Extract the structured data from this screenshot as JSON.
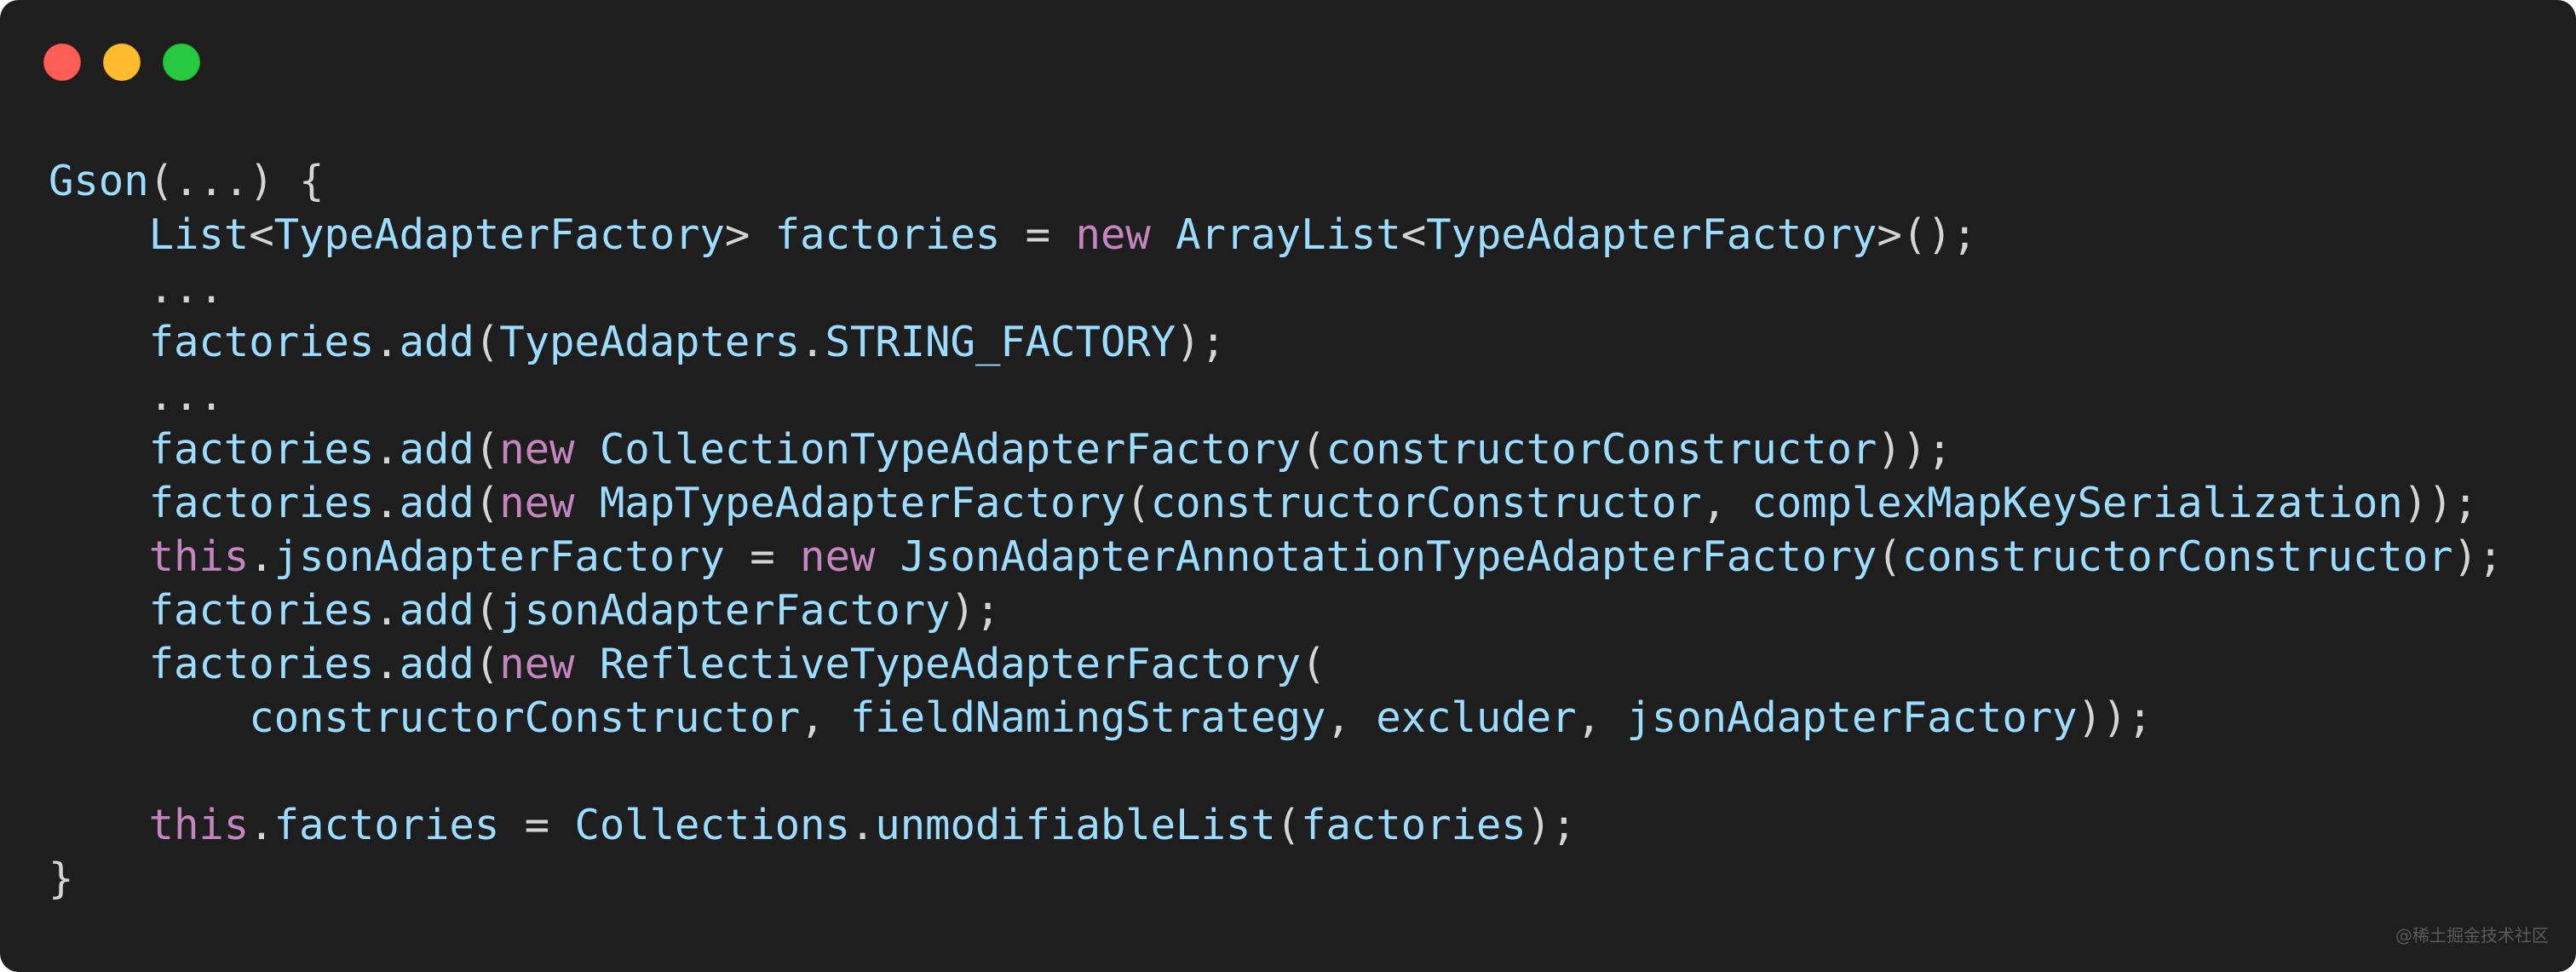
{
  "window": {
    "background": "#1e1e1e",
    "traffic_lights": [
      {
        "name": "close",
        "color": "#ff5f57"
      },
      {
        "name": "minimize",
        "color": "#febc2e"
      },
      {
        "name": "maximize",
        "color": "#28c840"
      }
    ]
  },
  "theme": {
    "identifier": "#9cdcfe",
    "keyword": "#c586c0",
    "punctuation": "#d4d4d4"
  },
  "code": {
    "language": "java",
    "lines": [
      [
        {
          "t": "id",
          "v": "Gson"
        },
        {
          "t": "p",
          "v": "(...) {"
        }
      ],
      [
        {
          "t": "p",
          "v": "    "
        },
        {
          "t": "id",
          "v": "List"
        },
        {
          "t": "p",
          "v": "<"
        },
        {
          "t": "id",
          "v": "TypeAdapterFactory"
        },
        {
          "t": "p",
          "v": "> "
        },
        {
          "t": "id",
          "v": "factories"
        },
        {
          "t": "p",
          "v": " = "
        },
        {
          "t": "kw",
          "v": "new"
        },
        {
          "t": "p",
          "v": " "
        },
        {
          "t": "id",
          "v": "ArrayList"
        },
        {
          "t": "p",
          "v": "<"
        },
        {
          "t": "id",
          "v": "TypeAdapterFactory"
        },
        {
          "t": "p",
          "v": ">();"
        }
      ],
      [
        {
          "t": "p",
          "v": "    ..."
        }
      ],
      [
        {
          "t": "p",
          "v": "    "
        },
        {
          "t": "id",
          "v": "factories"
        },
        {
          "t": "p",
          "v": "."
        },
        {
          "t": "id",
          "v": "add"
        },
        {
          "t": "p",
          "v": "("
        },
        {
          "t": "id",
          "v": "TypeAdapters"
        },
        {
          "t": "p",
          "v": "."
        },
        {
          "t": "id",
          "v": "STRING_FACTORY"
        },
        {
          "t": "p",
          "v": ");"
        }
      ],
      [
        {
          "t": "p",
          "v": "    ..."
        }
      ],
      [
        {
          "t": "p",
          "v": "    "
        },
        {
          "t": "id",
          "v": "factories"
        },
        {
          "t": "p",
          "v": "."
        },
        {
          "t": "id",
          "v": "add"
        },
        {
          "t": "p",
          "v": "("
        },
        {
          "t": "kw",
          "v": "new"
        },
        {
          "t": "p",
          "v": " "
        },
        {
          "t": "id",
          "v": "CollectionTypeAdapterFactory"
        },
        {
          "t": "p",
          "v": "("
        },
        {
          "t": "id",
          "v": "constructorConstructor"
        },
        {
          "t": "p",
          "v": "));"
        }
      ],
      [
        {
          "t": "p",
          "v": "    "
        },
        {
          "t": "id",
          "v": "factories"
        },
        {
          "t": "p",
          "v": "."
        },
        {
          "t": "id",
          "v": "add"
        },
        {
          "t": "p",
          "v": "("
        },
        {
          "t": "kw",
          "v": "new"
        },
        {
          "t": "p",
          "v": " "
        },
        {
          "t": "id",
          "v": "MapTypeAdapterFactory"
        },
        {
          "t": "p",
          "v": "("
        },
        {
          "t": "id",
          "v": "constructorConstructor"
        },
        {
          "t": "p",
          "v": ", "
        },
        {
          "t": "id",
          "v": "complexMapKeySerialization"
        },
        {
          "t": "p",
          "v": "));"
        }
      ],
      [
        {
          "t": "p",
          "v": "    "
        },
        {
          "t": "kw",
          "v": "this"
        },
        {
          "t": "p",
          "v": "."
        },
        {
          "t": "id",
          "v": "jsonAdapterFactory"
        },
        {
          "t": "p",
          "v": " = "
        },
        {
          "t": "kw",
          "v": "new"
        },
        {
          "t": "p",
          "v": " "
        },
        {
          "t": "id",
          "v": "JsonAdapterAnnotationTypeAdapterFactory"
        },
        {
          "t": "p",
          "v": "("
        },
        {
          "t": "id",
          "v": "constructorConstructor"
        },
        {
          "t": "p",
          "v": ");"
        }
      ],
      [
        {
          "t": "p",
          "v": "    "
        },
        {
          "t": "id",
          "v": "factories"
        },
        {
          "t": "p",
          "v": "."
        },
        {
          "t": "id",
          "v": "add"
        },
        {
          "t": "p",
          "v": "("
        },
        {
          "t": "id",
          "v": "jsonAdapterFactory"
        },
        {
          "t": "p",
          "v": ");"
        }
      ],
      [
        {
          "t": "p",
          "v": "    "
        },
        {
          "t": "id",
          "v": "factories"
        },
        {
          "t": "p",
          "v": "."
        },
        {
          "t": "id",
          "v": "add"
        },
        {
          "t": "p",
          "v": "("
        },
        {
          "t": "kw",
          "v": "new"
        },
        {
          "t": "p",
          "v": " "
        },
        {
          "t": "id",
          "v": "ReflectiveTypeAdapterFactory"
        },
        {
          "t": "p",
          "v": "("
        }
      ],
      [
        {
          "t": "p",
          "v": "        "
        },
        {
          "t": "id",
          "v": "constructorConstructor"
        },
        {
          "t": "p",
          "v": ", "
        },
        {
          "t": "id",
          "v": "fieldNamingStrategy"
        },
        {
          "t": "p",
          "v": ", "
        },
        {
          "t": "id",
          "v": "excluder"
        },
        {
          "t": "p",
          "v": ", "
        },
        {
          "t": "id",
          "v": "jsonAdapterFactory"
        },
        {
          "t": "p",
          "v": "));"
        }
      ],
      [
        {
          "t": "p",
          "v": ""
        }
      ],
      [
        {
          "t": "p",
          "v": "    "
        },
        {
          "t": "kw",
          "v": "this"
        },
        {
          "t": "p",
          "v": "."
        },
        {
          "t": "id",
          "v": "factories"
        },
        {
          "t": "p",
          "v": " = "
        },
        {
          "t": "id",
          "v": "Collections"
        },
        {
          "t": "p",
          "v": "."
        },
        {
          "t": "id",
          "v": "unmodifiableList"
        },
        {
          "t": "p",
          "v": "("
        },
        {
          "t": "id",
          "v": "factories"
        },
        {
          "t": "p",
          "v": ");"
        }
      ],
      [
        {
          "t": "p",
          "v": "}"
        }
      ]
    ]
  },
  "watermark": "@稀土掘金技术社区"
}
